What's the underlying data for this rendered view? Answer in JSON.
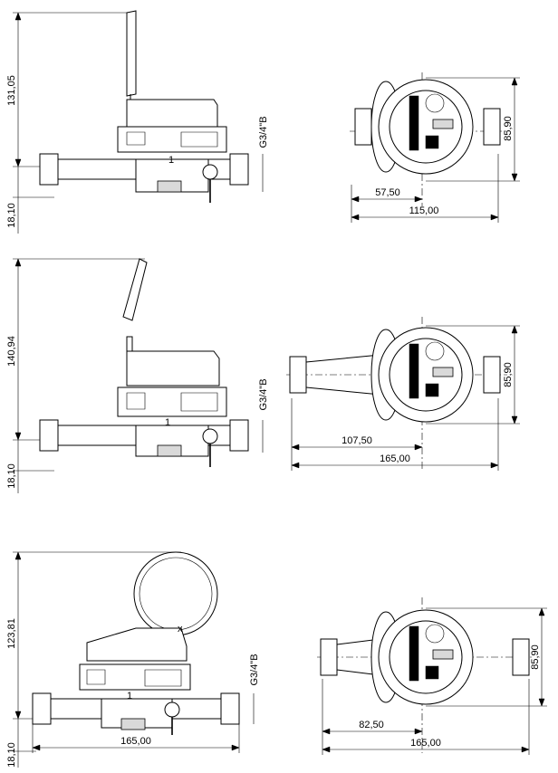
{
  "views": [
    {
      "id": "meter-1",
      "side": {
        "height": "131,05",
        "bottom": "18,10",
        "thread": "G3/4\"B"
      },
      "front": {
        "center": "57,50",
        "overall": "115,00",
        "height": "85,90"
      }
    },
    {
      "id": "meter-2",
      "side": {
        "height": "140,94",
        "bottom": "18,10",
        "thread": "G3/4\"B"
      },
      "front": {
        "center": "107,50",
        "overall": "165,00",
        "height": "85,90"
      }
    },
    {
      "id": "meter-3",
      "side": {
        "height": "123,81",
        "bottom": "18,10",
        "thread": "G3/4\"B",
        "length": "165,00"
      },
      "front": {
        "center": "82,50",
        "overall": "165,00",
        "height": "85,90"
      }
    }
  ]
}
